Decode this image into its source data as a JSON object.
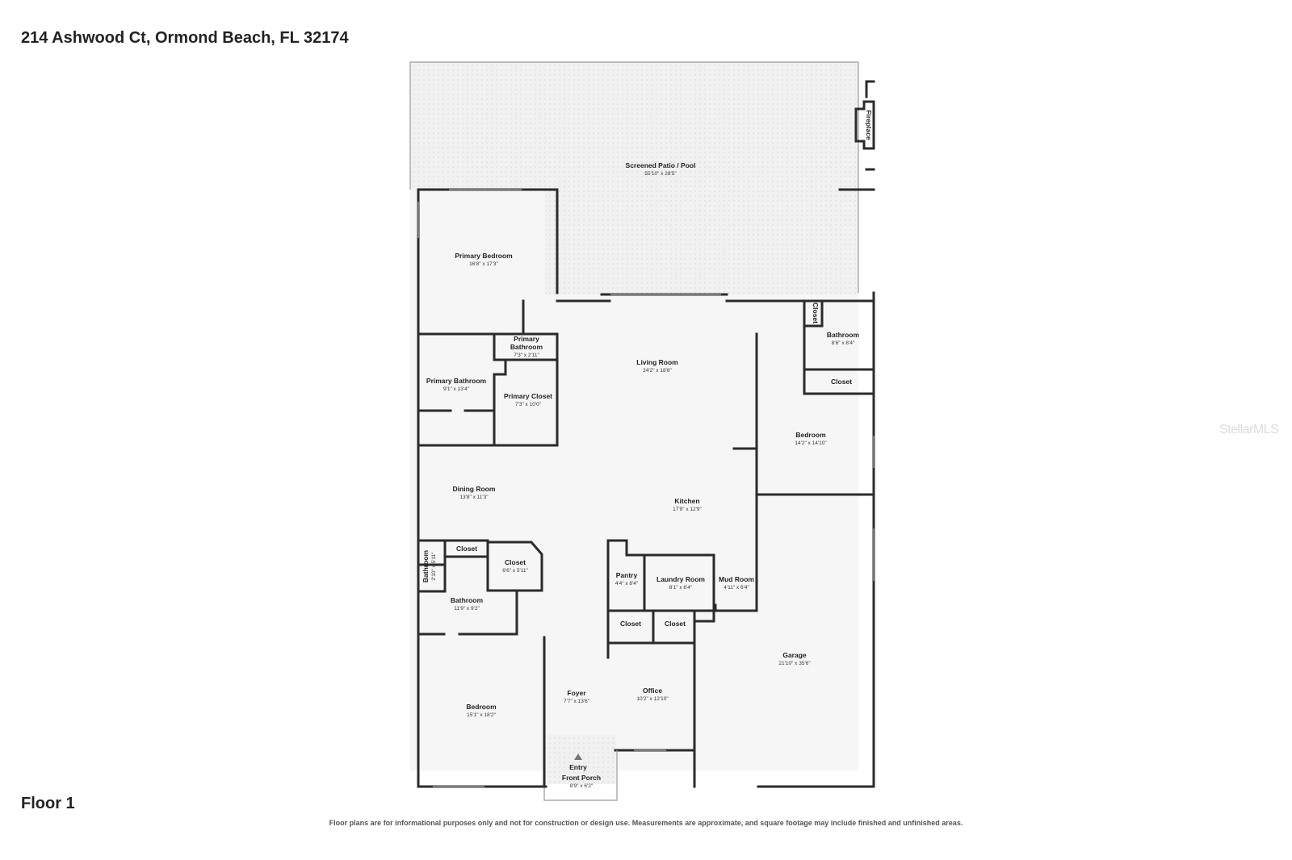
{
  "header": {
    "address": "214 Ashwood Ct, Ormond Beach, FL 32174"
  },
  "floor": {
    "label": "Floor 1"
  },
  "watermark": "StellarMLS",
  "footer": {
    "disclaimer": "Floor plans are for informational purposes only and not for construction or design use. Measurements are approximate, and square footage may include finished and unfinished areas."
  },
  "rooms": {
    "patio": {
      "name": "Screened Patio / Pool",
      "dim": "55'10\" x 28'5\""
    },
    "fireplace": {
      "name": "Fireplace"
    },
    "primary_bedroom": {
      "name": "Primary Bedroom",
      "dim": "16'8\" x 17'3\""
    },
    "primary_bath_small": {
      "name_line1": "Primary",
      "name_line2": "Bathroom",
      "dim": "7'3\" x 2'11\""
    },
    "primary_bathroom": {
      "name": "Primary Bathroom",
      "dim": "9'1\" x 13'4\""
    },
    "primary_closet": {
      "name": "Primary Closet",
      "dim": "7'3\" x 10'0\""
    },
    "living_room": {
      "name": "Living Room",
      "dim": "24'2\" x 18'8\""
    },
    "closet_top": {
      "name": "Closet"
    },
    "bathroom_right": {
      "name": "Bathroom",
      "dim": "8'6\" x 8'4\""
    },
    "closet_right": {
      "name": "Closet"
    },
    "bedroom_right": {
      "name": "Bedroom",
      "dim": "14'2\" x 14'10\""
    },
    "dining_room": {
      "name": "Dining Room",
      "dim": "13'8\" x 11'3\""
    },
    "kitchen": {
      "name": "Kitchen",
      "dim": "17'9\" x 12'9\""
    },
    "bathroom_small": {
      "name": "Bathroom",
      "dim": "2'10\" x 5'11\""
    },
    "closet_hall": {
      "name": "Closet"
    },
    "closet_angled": {
      "name": "Closet",
      "dim": "6'6\" x 5'11\""
    },
    "bathroom_left": {
      "name": "Bathroom",
      "dim": "11'9\" x 9'2\""
    },
    "pantry": {
      "name": "Pantry",
      "dim": "4'4\" x 8'4\""
    },
    "laundry": {
      "name": "Laundry Room",
      "dim": "8'1\" x 6'4\""
    },
    "mud_room": {
      "name": "Mud Room",
      "dim": "4'11\" x 6'4\""
    },
    "closet_a": {
      "name": "Closet"
    },
    "closet_b": {
      "name": "Closet"
    },
    "garage": {
      "name": "Garage",
      "dim": "21'10\" x 35'6\""
    },
    "bedroom_left": {
      "name": "Bedroom",
      "dim": "15'1\" x 18'2\""
    },
    "foyer": {
      "name": "Foyer",
      "dim": "7'7\" x 13'6\""
    },
    "office": {
      "name": "Office",
      "dim": "10'2\" x 12'10\""
    },
    "entry": {
      "name": "Entry"
    },
    "front_porch": {
      "name": "Front Porch",
      "dim": "8'9\" x 6'2\""
    }
  }
}
